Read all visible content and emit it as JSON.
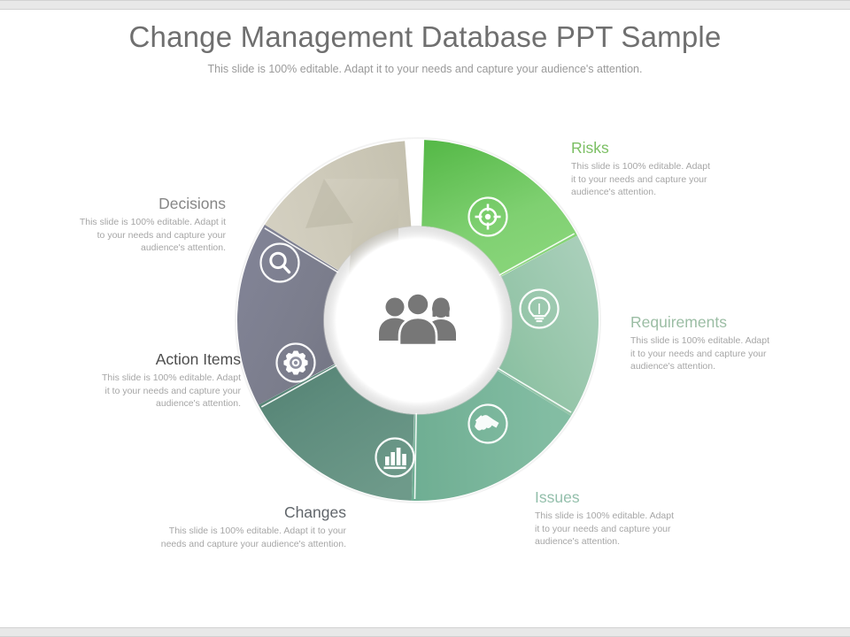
{
  "slide": {
    "title": "Change Management Database PPT Sample",
    "subtitle": "This slide is 100% editable.  Adapt it to your needs and capture your audience's attention.",
    "title_color": "#6f6f6f",
    "subtitle_color": "#9a9a9a",
    "background": "#ffffff"
  },
  "body_text": "This slide is 100% editable. Adapt it to your needs and capture your audience's attention.",
  "center": {
    "icon": "people-group-icon",
    "icon_color": "#777777",
    "fill": "#ffffff"
  },
  "segments": [
    {
      "id": "risks",
      "label": "Risks",
      "body": "This slide is 100% editable. Adapt it to your needs and capture your audience's attention.",
      "icon": "target-crosshair-icon",
      "color": "#6dc55f",
      "color_light": "#8fd884",
      "color_dark": "#5bb44d",
      "label_color": "#7bbf63",
      "align": "left"
    },
    {
      "id": "requirements",
      "label": "Requirements",
      "body": "This slide is 100% editable. Adapt it to your needs and capture your audience's attention.",
      "icon": "lightbulb-icon",
      "color": "#9cc9ae",
      "color_light": "#b4d7c1",
      "color_dark": "#86b89a",
      "label_color": "#9bbda4",
      "align": "left"
    },
    {
      "id": "issues",
      "label": "Issues",
      "body": "This slide is 100% editable. Adapt it to your needs and capture your audience's attention.",
      "icon": "handshake-icon",
      "color": "#79b79b",
      "color_light": "#93c6ae",
      "color_dark": "#62a287",
      "label_color": "#93bfab",
      "align": "left"
    },
    {
      "id": "changes",
      "label": "Changes",
      "body": "This slide is 100% editable. Adapt it to your needs and capture your audience's attention.",
      "icon": "bar-chart-icon",
      "color": "#5e8c7d",
      "color_light": "#74a092",
      "color_dark": "#4d7a6c",
      "label_color": "#61666b",
      "align": "right"
    },
    {
      "id": "action-items",
      "label": "Action Items",
      "body": "This slide is 100% editable. Adapt it to your needs and capture your audience's attention.",
      "icon": "gear-cog-icon",
      "color": "#7b7d8c",
      "color_light": "#8f91a0",
      "color_dark": "#6a6c7b",
      "label_color": "#4d4d4d",
      "align": "right"
    },
    {
      "id": "decisions",
      "label": "Decisions",
      "body": "This slide is 100% editable. Adapt it to your needs and capture your audience's attention.",
      "icon": "magnifier-search-icon",
      "color": "#c6c2b0",
      "color_light": "#d5d1c2",
      "color_dark": "#b3af9d",
      "label_color": "#868686",
      "align": "right"
    }
  ]
}
